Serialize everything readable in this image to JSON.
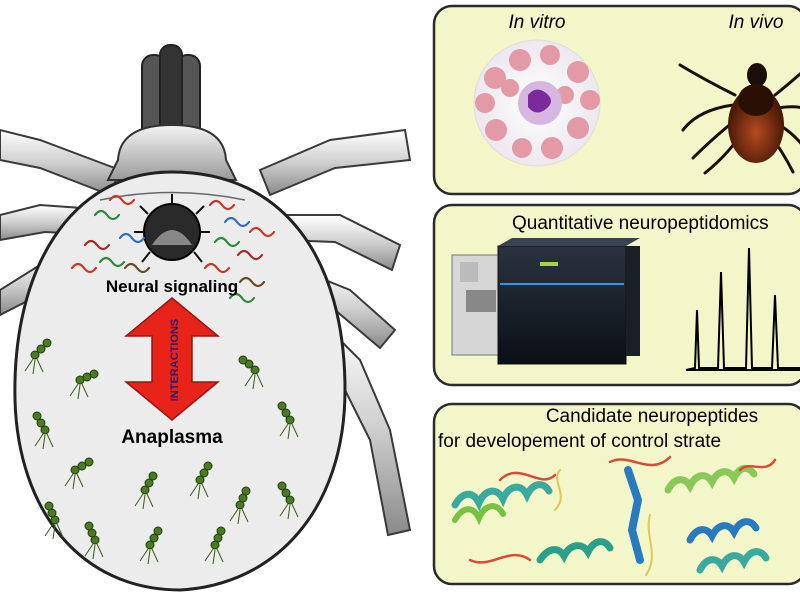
{
  "tick": {
    "label_neural": "Neural signaling",
    "label_interactions": "INTERACTIONS",
    "label_anaplasma": "Anaplasma"
  },
  "panels": [
    {
      "left_label": "In vitro",
      "right_label": "In vivo"
    },
    {
      "title": "Quantitative neuropeptidomics"
    },
    {
      "title_line1": "Candidate neuropeptides",
      "title_line2": "for developement of control strate"
    }
  ],
  "colors": {
    "panel_fill": "#f3f6c8",
    "panel_stroke": "#2b2b2b",
    "arrow": "#e8231a",
    "body_fill": "#ececec",
    "bacteria": "#4a7a23"
  }
}
